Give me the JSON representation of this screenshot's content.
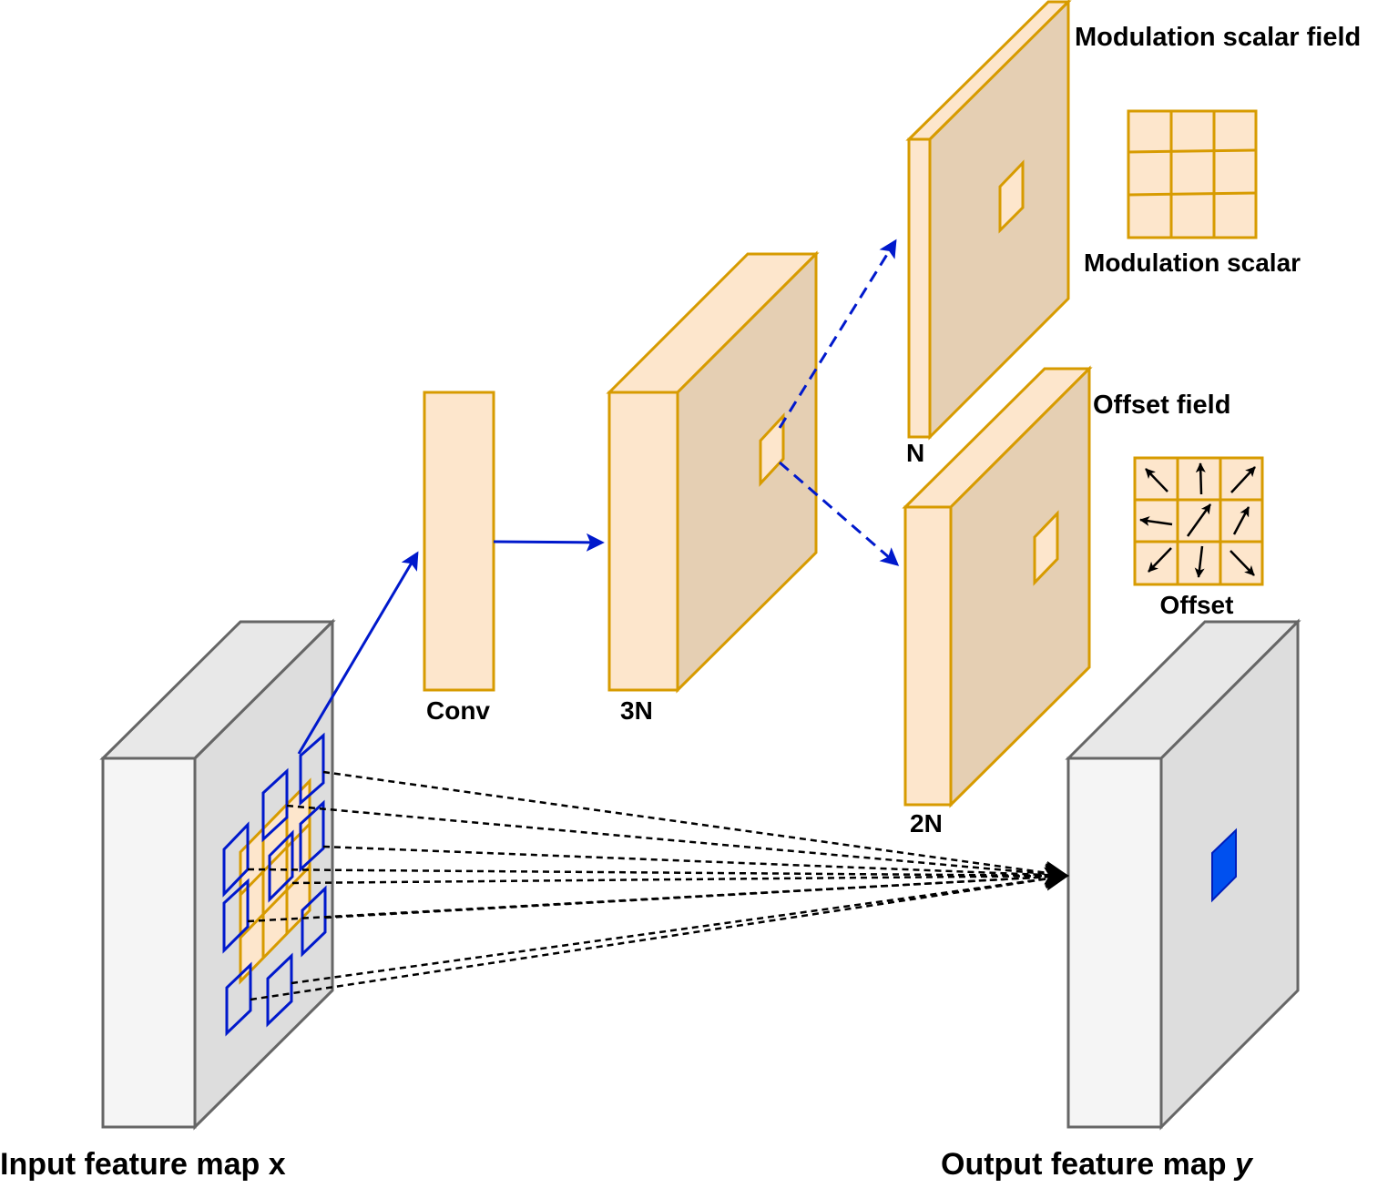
{
  "labels": {
    "conv": "Conv",
    "three_n": "3N",
    "n": "N",
    "two_n": "2N",
    "modulation_scalar_field": "Modulation scalar field",
    "modulation_scalar": "Modulation scalar",
    "offset_field": "Offset field",
    "offset": "Offset",
    "input_map_text": "Input feature map ",
    "input_map_var": "x",
    "output_map_text": "Output feature map ",
    "output_map_var": "y"
  },
  "colors": {
    "orange_fill": "#fde6cc",
    "orange_side": "#e5cfb3",
    "orange_stroke": "#d79b00",
    "gray_front": "#f5f5f5",
    "gray_side": "#dddddd",
    "gray_top": "#e8e8e8",
    "gray_stroke": "#666666",
    "blue": "#0019cc",
    "output_marker": "#0050ef",
    "black": "#000000"
  },
  "icons": {
    "offset_arrows": [
      "arrow-up-left",
      "arrow-up",
      "arrow-up-right",
      "arrow-left",
      "arrow-up-right",
      "arrow-up-right",
      "arrow-down-left",
      "arrow-down",
      "arrow-down-right"
    ]
  }
}
